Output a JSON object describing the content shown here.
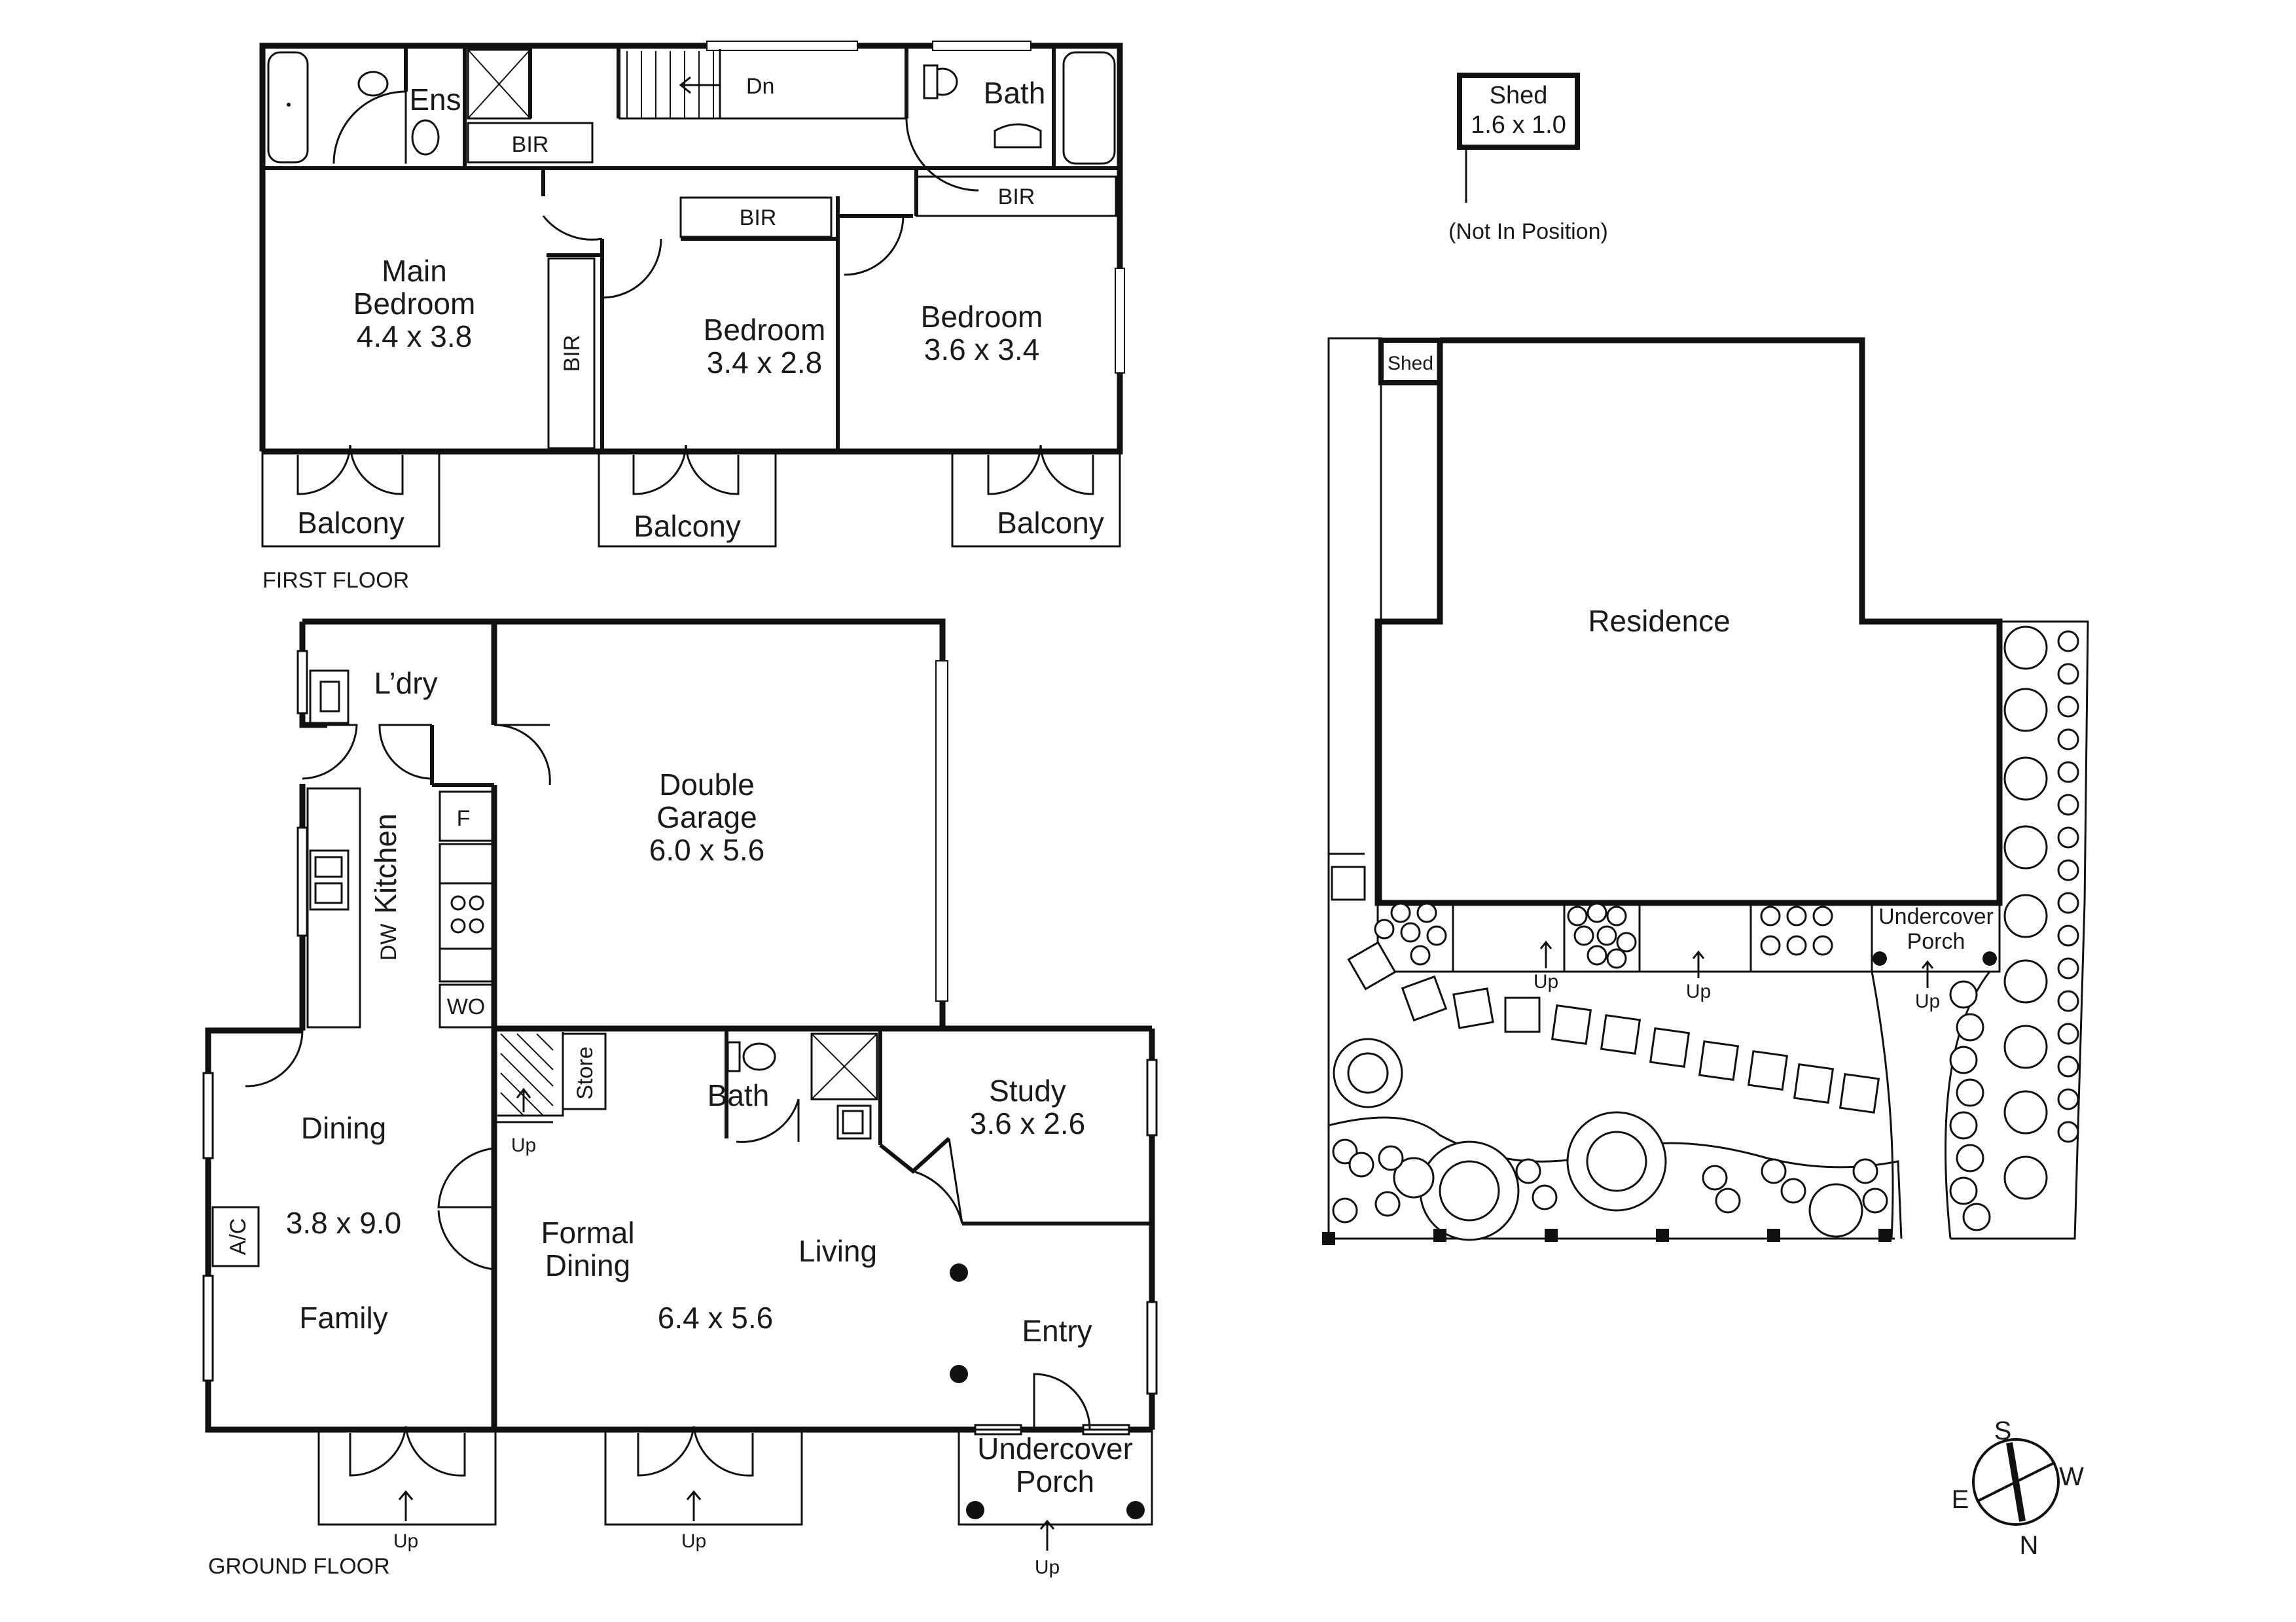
{
  "floors": {
    "first_floor_label": "FIRST FLOOR",
    "ground_floor_label": "GROUND FLOOR"
  },
  "first_floor": {
    "ens": "Ens",
    "bath": "Bath",
    "dn": "Dn",
    "bir": "BIR",
    "main_bedroom_1": "Main",
    "main_bedroom_2": "Bedroom",
    "main_bedroom_size": "4.4 x 3.8",
    "bedroom_2": "Bedroom",
    "bedroom_2_size": "3.4 x 2.8",
    "bedroom_3": "Bedroom",
    "bedroom_3_size": "3.6 x 3.4",
    "balcony": "Balcony"
  },
  "ground_floor": {
    "laundry": "L’dry",
    "kitchen": "Kitchen",
    "f": "F",
    "dw": "DW",
    "wo": "WO",
    "garage_1": "Double",
    "garage_2": "Garage",
    "garage_size": "6.0 x 5.6",
    "store": "Store",
    "bath": "Bath",
    "study": "Study",
    "study_size": "3.6 x 2.6",
    "dining": "Dining",
    "dining_size": "3.8 x 9.0",
    "family": "Family",
    "ac": "A/C",
    "formal_1": "Formal",
    "formal_2": "Dining",
    "living": "Living",
    "living_size": "6.4 x 5.6",
    "entry": "Entry",
    "porch_1": "Undercover",
    "porch_2": "Porch",
    "up": "Up"
  },
  "site": {
    "shed_title": "Shed",
    "shed_size": "1.6 x 1.0",
    "shed_note": "(Not In Position)",
    "shed_small": "Shed",
    "residence": "Residence",
    "porch_1": "Undercover",
    "porch_2": "Porch",
    "up": "Up"
  },
  "compass": {
    "s": "S",
    "w": "W",
    "e": "E",
    "n": "N"
  }
}
